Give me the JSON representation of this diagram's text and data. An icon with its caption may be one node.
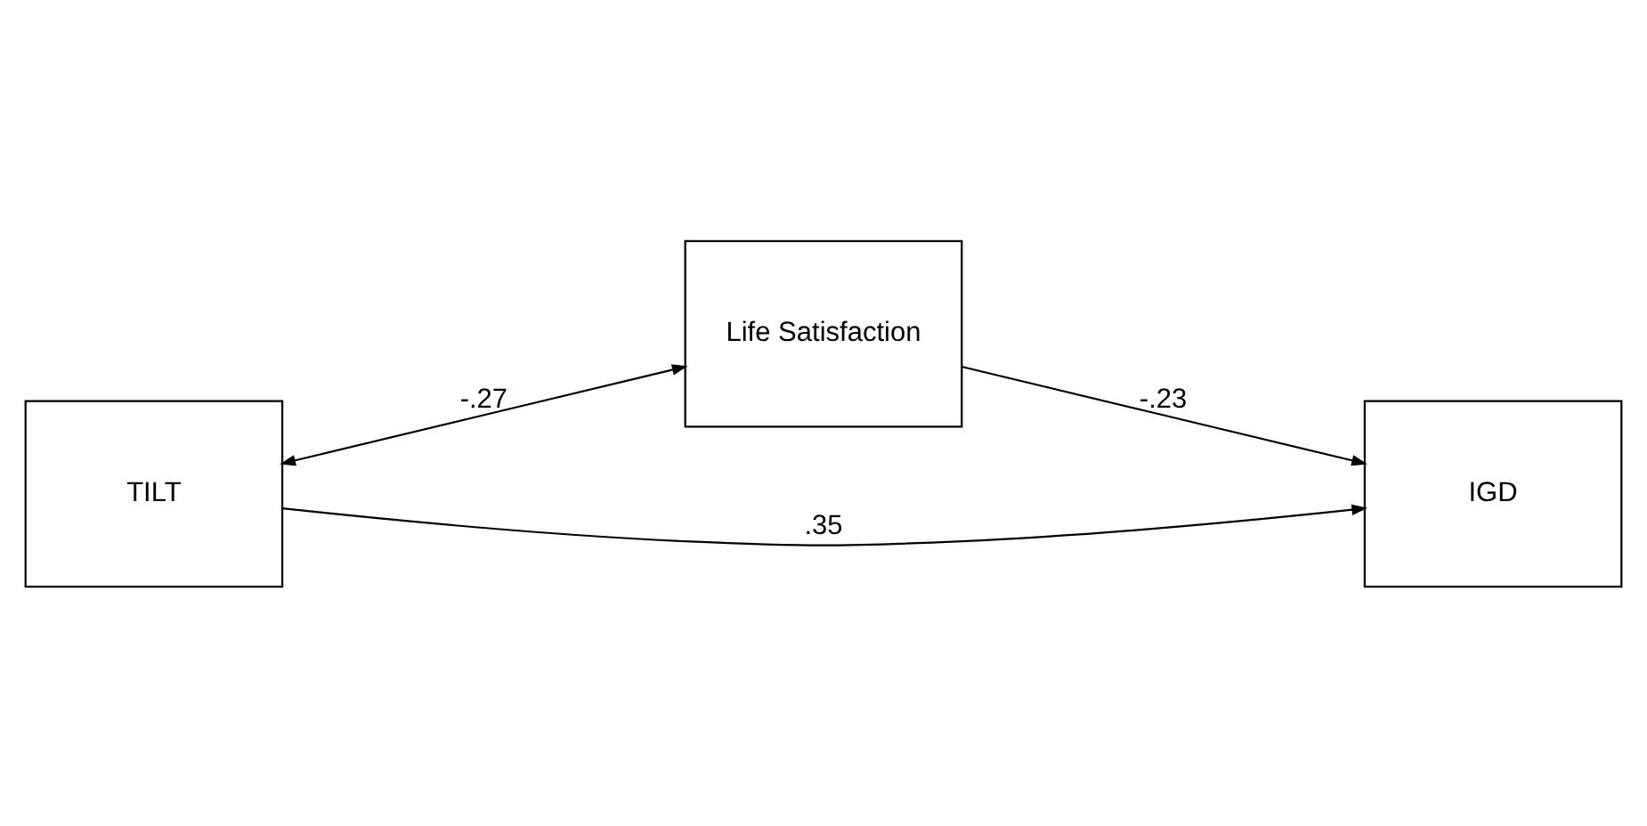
{
  "diagram": {
    "nodes": [
      {
        "text": [
          "TILT"
        ]
      },
      {
        "text": [
          "Life Satisfaction"
        ]
      },
      {
        "text": [
          "IGD"
        ]
      }
    ],
    "edges": [
      {
        "from": 0,
        "to": 1,
        "arrow": "both",
        "label": "-.27"
      },
      {
        "from": 0,
        "to": 2,
        "arrow": "to",
        "label": ".35"
      },
      {
        "from": 1,
        "to": 2,
        "arrow": "to",
        "label": "-.23"
      }
    ]
  }
}
